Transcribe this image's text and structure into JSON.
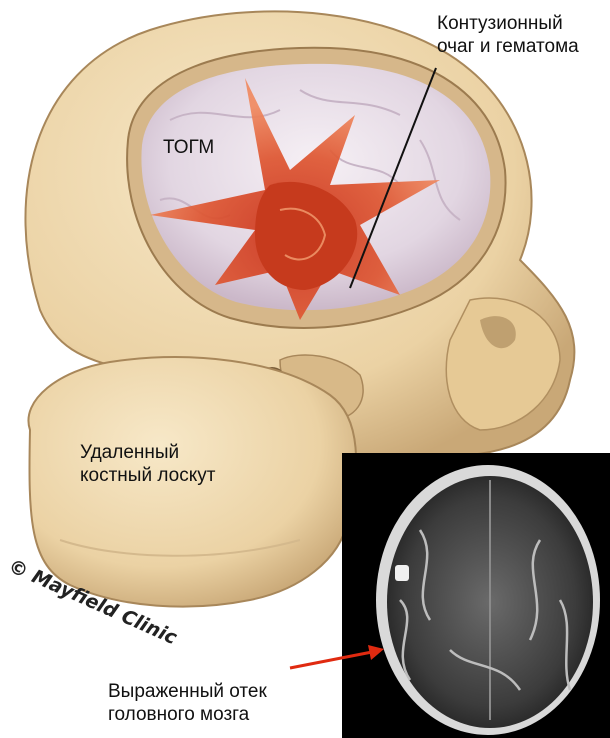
{
  "labels": {
    "contusion_line1": "Контузионный",
    "contusion_line2": "очаг и гематома",
    "togm": "ТОГМ",
    "flap_line1": "Удаленный",
    "flap_line2": "костный лоскут",
    "edema_line1": "Выраженный отек",
    "edema_line2": "головного мозга"
  },
  "watermark": "© Mayfield Clinic",
  "colors": {
    "bone": "#efd9b0",
    "bone_shadow": "#c9a877",
    "brain": "#e8dde8",
    "hematoma": "#d9461f",
    "arrow": "#e02a10",
    "ct_background": "#000000"
  }
}
